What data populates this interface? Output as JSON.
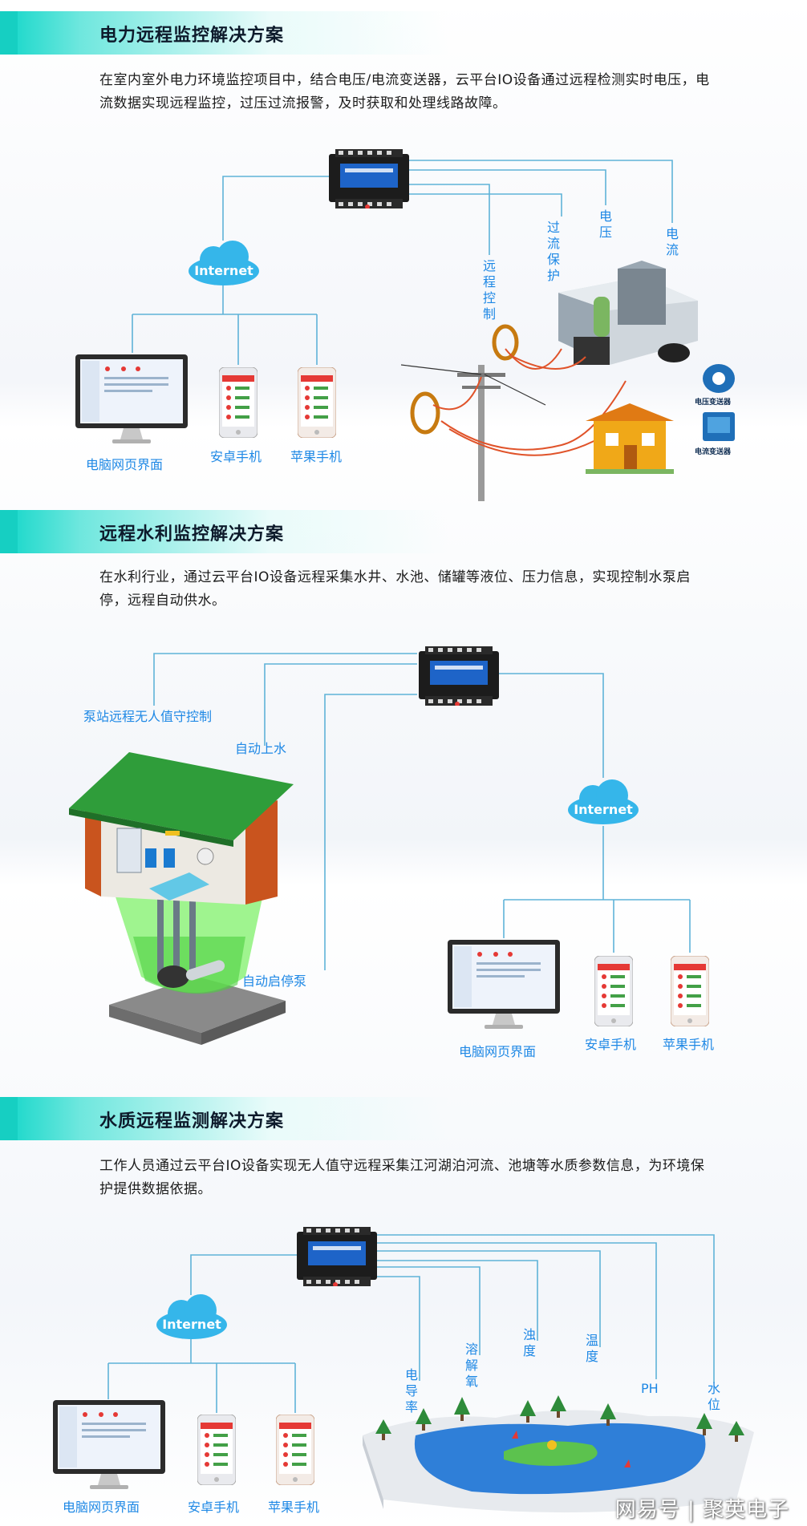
{
  "sections": [
    {
      "title": "电力远程监控解决方案",
      "description": "在室内室外电力环境监控项目中，结合电压/电流变送器，云平台IO设备通过远程检测实时电压，电流数据实现远程监控，过压过流报警，及时获取和处理线路故障。",
      "cloud_label": "Internet",
      "clients": [
        "电脑网页界面",
        "安卓手机",
        "苹果手机"
      ],
      "functions": [
        "远程控制",
        "过流保护",
        "电压",
        "电流"
      ],
      "sensors": [
        "电压变送器",
        "电流变送器"
      ]
    },
    {
      "title": "远程水利监控解决方案",
      "description": "在水利行业，通过云平台IO设备远程采集水井、水池、储罐等液位、压力信息，实现控制水泵启停，远程自动供水。",
      "cloud_label": "Internet",
      "clients": [
        "电脑网页界面",
        "安卓手机",
        "苹果手机"
      ],
      "functions": [
        "泵站远程无人值守控制",
        "自动上水",
        "自动启停泵"
      ]
    },
    {
      "title": "水质远程监测解决方案",
      "description": "工作人员通过云平台IO设备实现无人值守远程采集江河湖泊河流、池塘等水质参数信息，为环境保护提供数据依据。",
      "cloud_label": "Internet",
      "clients": [
        "电脑网页界面",
        "安卓手机",
        "苹果手机"
      ],
      "parameters": [
        "电导率",
        "溶解氧",
        "浊度",
        "温度",
        "PH",
        "水位"
      ]
    }
  ],
  "watermark": "网易号 | 聚英电子",
  "colors": {
    "accent_cyan": "#16cfc2",
    "label_blue": "#1e88e5",
    "line_blue": "#5fb3d8",
    "cloud_blue": "#35b6ea",
    "device_black": "#1c1c1c"
  }
}
